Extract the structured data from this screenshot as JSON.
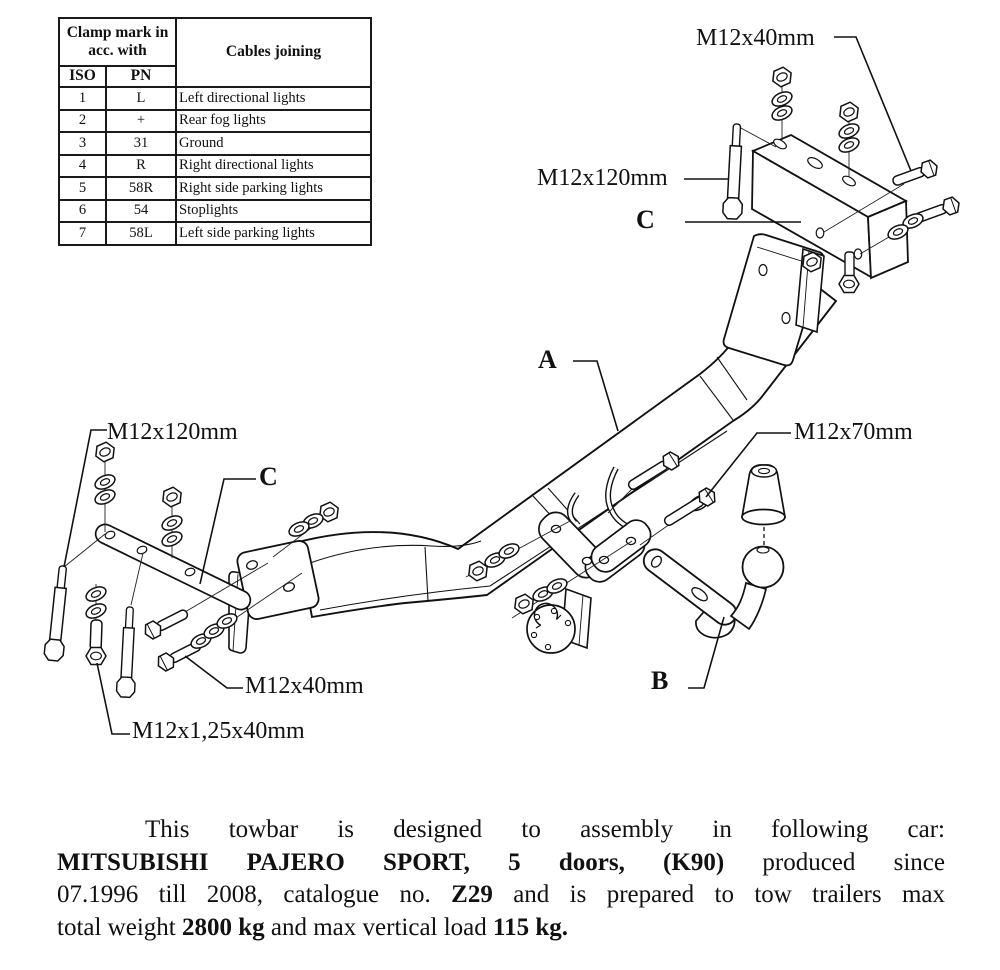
{
  "table": {
    "clamp_header": "Clamp mark in acc. with",
    "iso_header": "ISO",
    "pn_header": "PN",
    "cables_header": "Cables joining",
    "rows": [
      {
        "iso": "1",
        "pn": "L",
        "cables": "Left directional lights"
      },
      {
        "iso": "2",
        "pn": "+",
        "cables": "Rear fog lights"
      },
      {
        "iso": "3",
        "pn": "31",
        "cables": "Ground"
      },
      {
        "iso": "4",
        "pn": "R",
        "cables": "Right directional lights"
      },
      {
        "iso": "5",
        "pn": "58R",
        "cables": "Right side parking lights"
      },
      {
        "iso": "6",
        "pn": "54",
        "cables": "Stoplights"
      },
      {
        "iso": "7",
        "pn": "58L",
        "cables": "Left side parking lights"
      }
    ]
  },
  "diagram": {
    "labels": [
      {
        "id": "m12x40-top",
        "text": "M12x40mm"
      },
      {
        "id": "m12x120-right",
        "text": "M12x120mm"
      },
      {
        "id": "part-c-right",
        "text": "C"
      },
      {
        "id": "part-a",
        "text": "A"
      },
      {
        "id": "m12x120-left",
        "text": "M12x120mm"
      },
      {
        "id": "part-c-left",
        "text": "C"
      },
      {
        "id": "m12x40-left",
        "text": "M12x40mm"
      },
      {
        "id": "m12x1-25x40",
        "text": "M12x1,25x40mm"
      },
      {
        "id": "m12x70",
        "text": "M12x70mm"
      },
      {
        "id": "part-b",
        "text": "B"
      }
    ]
  },
  "description": {
    "lines": [
      {
        "segments": [
          {
            "t": "This towbar is designed to assembly in following car:",
            "b": false
          }
        ]
      },
      {
        "segments": [
          {
            "t": "MITSUBISHI PAJERO SPORT, 5 doors, (K90)",
            "b": true
          },
          {
            "t": " produced since",
            "b": false
          }
        ]
      },
      {
        "segments": [
          {
            "t": "07.1996 till 2008, catalogue no. ",
            "b": false
          },
          {
            "t": "Z29",
            "b": true
          },
          {
            "t": " and is prepared to tow trailers max",
            "b": false
          }
        ]
      },
      {
        "segments": [
          {
            "t": "total weight ",
            "b": false
          },
          {
            "t": "2800 kg",
            "b": true
          },
          {
            "t": " and max vertical load ",
            "b": false
          },
          {
            "t": "115 kg.",
            "b": true
          }
        ]
      }
    ]
  }
}
